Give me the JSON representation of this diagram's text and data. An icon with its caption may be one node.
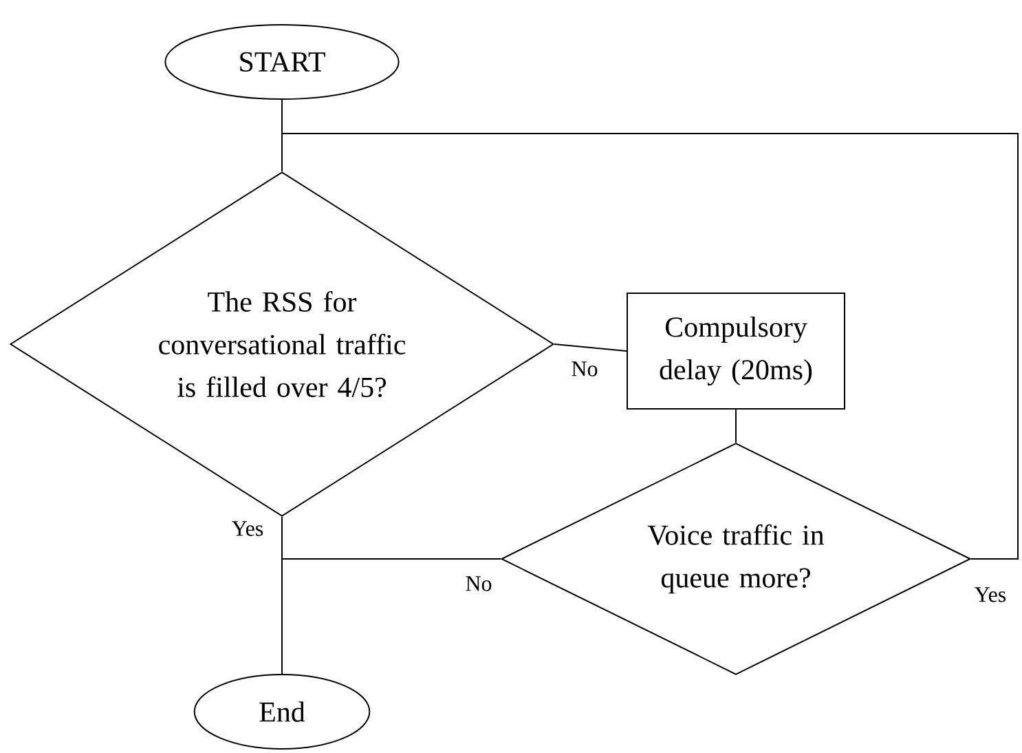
{
  "diagram": {
    "nodes": [
      {
        "text": [
          "START"
        ]
      },
      {
        "text": [
          "The RSS for conversational traffic is filled over 4/5?"
        ]
      },
      {
        "text": [
          "Compulsory delay (20ms)"
        ]
      },
      {
        "text": [
          "Voice traffic in queue more?"
        ]
      },
      {
        "text": [
          "End"
        ]
      }
    ],
    "edges": [
      {
        "from": 0,
        "to": 1,
        "arrow": "none"
      },
      {
        "from": 1,
        "to": 2,
        "arrow": "none",
        "label": "No"
      },
      {
        "from": 2,
        "to": 3,
        "arrow": "none"
      },
      {
        "from": 1,
        "to": 4,
        "arrow": "none",
        "label": "Yes"
      },
      {
        "from": 3,
        "to": 4,
        "arrow": "none",
        "label": "No"
      },
      {
        "from": 3,
        "to": 1,
        "arrow": "none",
        "label": "Yes"
      }
    ]
  }
}
